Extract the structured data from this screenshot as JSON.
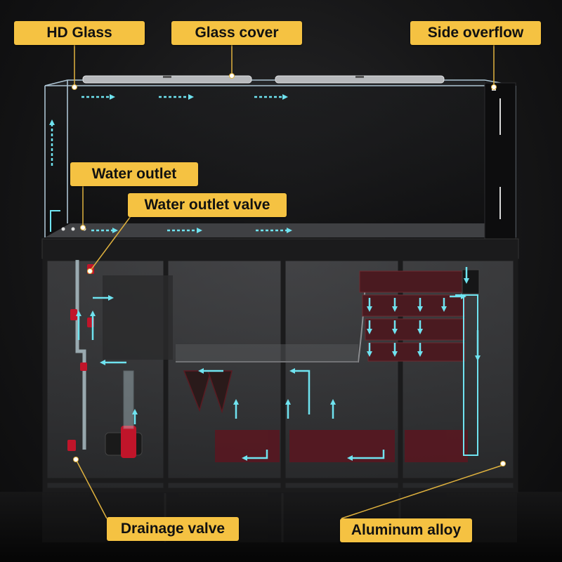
{
  "labels": {
    "hd_glass": "HD Glass",
    "glass_cover": "Glass cover",
    "side_overflow": "Side overflow",
    "water_outlet": "Water outlet",
    "water_outlet_valve": "Water outlet valve",
    "drainage_valve": "Drainage valve",
    "aluminum_alloy": "Aluminum alloy"
  },
  "colors": {
    "callout": "#f5c242",
    "flow_arrow": "#6fe3f0",
    "frame": "#1b1b1c",
    "glass_edge": "#bcd6e6",
    "valve_red": "#c0152a"
  },
  "icons": {
    "flow": "arrow-icon",
    "valve": "valve-icon",
    "pump": "pump-icon"
  }
}
